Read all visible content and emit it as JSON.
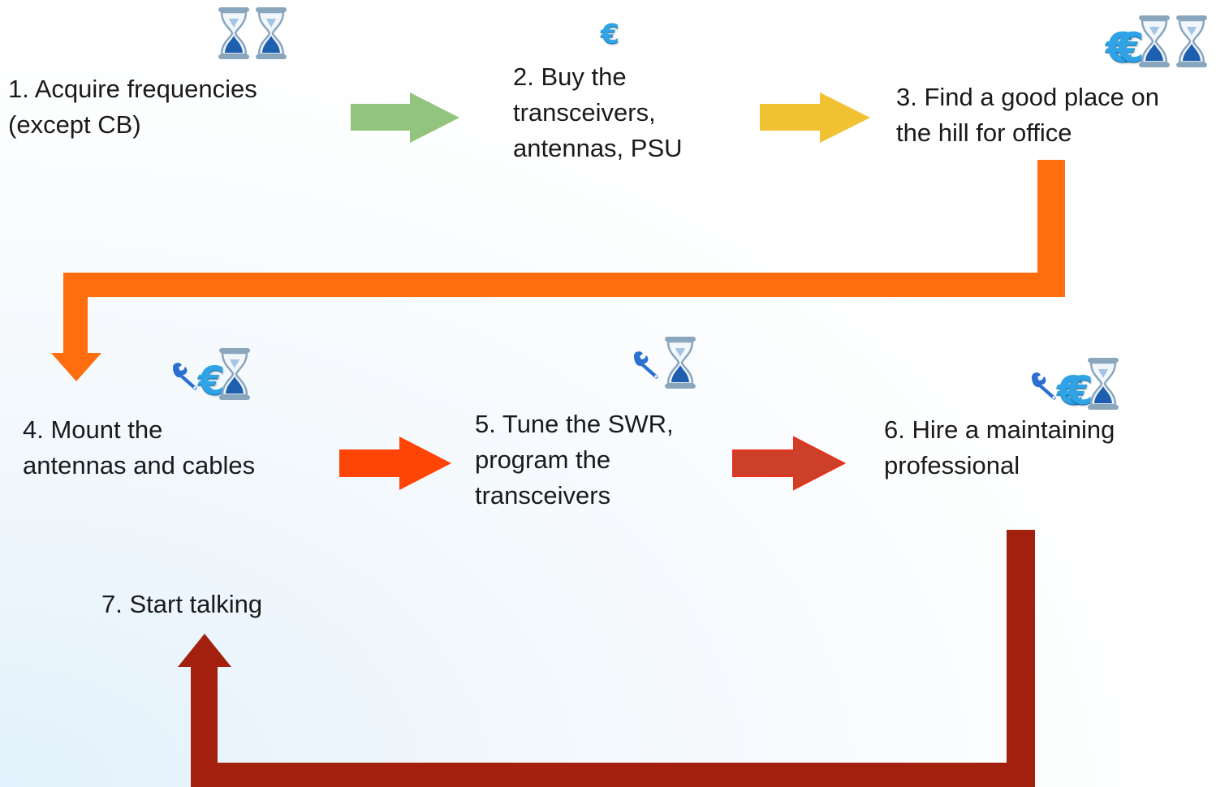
{
  "steps": [
    {
      "id": 1,
      "text": "1. Acquire frequencies\n(except CB)",
      "icons": [
        "hourglass-icon",
        "hourglass-icon"
      ]
    },
    {
      "id": 2,
      "text": "2. Buy the\ntransceivers,\nantennas, PSU",
      "icons": [
        "euro-icon"
      ]
    },
    {
      "id": 3,
      "text": "3. Find a good place on\nthe hill for office",
      "icons": [
        "euro-icon",
        "euro-icon",
        "hourglass-icon",
        "hourglass-icon"
      ]
    },
    {
      "id": 4,
      "text": "4. Mount the\nantennas and cables",
      "icons": [
        "wrench-icon",
        "euro-icon",
        "hourglass-icon"
      ]
    },
    {
      "id": 5,
      "text": "5. Tune the SWR,\nprogram the\ntransceivers",
      "icons": [
        "wrench-icon",
        "hourglass-icon"
      ]
    },
    {
      "id": 6,
      "text": "6. Hire a maintaining\nprofessional",
      "icons": [
        "wrench-icon",
        "euro-icon",
        "euro-icon",
        "hourglass-icon"
      ]
    },
    {
      "id": 7,
      "text": "7. Start talking",
      "icons": []
    }
  ],
  "connectors": [
    {
      "from": 1,
      "to": 2,
      "color": "#93c47d"
    },
    {
      "from": 2,
      "to": 3,
      "color": "#f1c232"
    },
    {
      "from": 3,
      "to": 4,
      "color": "#ff6d0e"
    },
    {
      "from": 4,
      "to": 5,
      "color": "#ff4505"
    },
    {
      "from": 5,
      "to": 6,
      "color": "#cc3f29"
    },
    {
      "from": 6,
      "to": 7,
      "color": "#a3200f"
    }
  ],
  "colors": {
    "euro": "#2fa3e6",
    "hourglass_frame": "#8aa6bd",
    "hourglass_sand": "#1e5fb0",
    "wrench": "#2b6fd0",
    "text": "#1a1a1a"
  }
}
